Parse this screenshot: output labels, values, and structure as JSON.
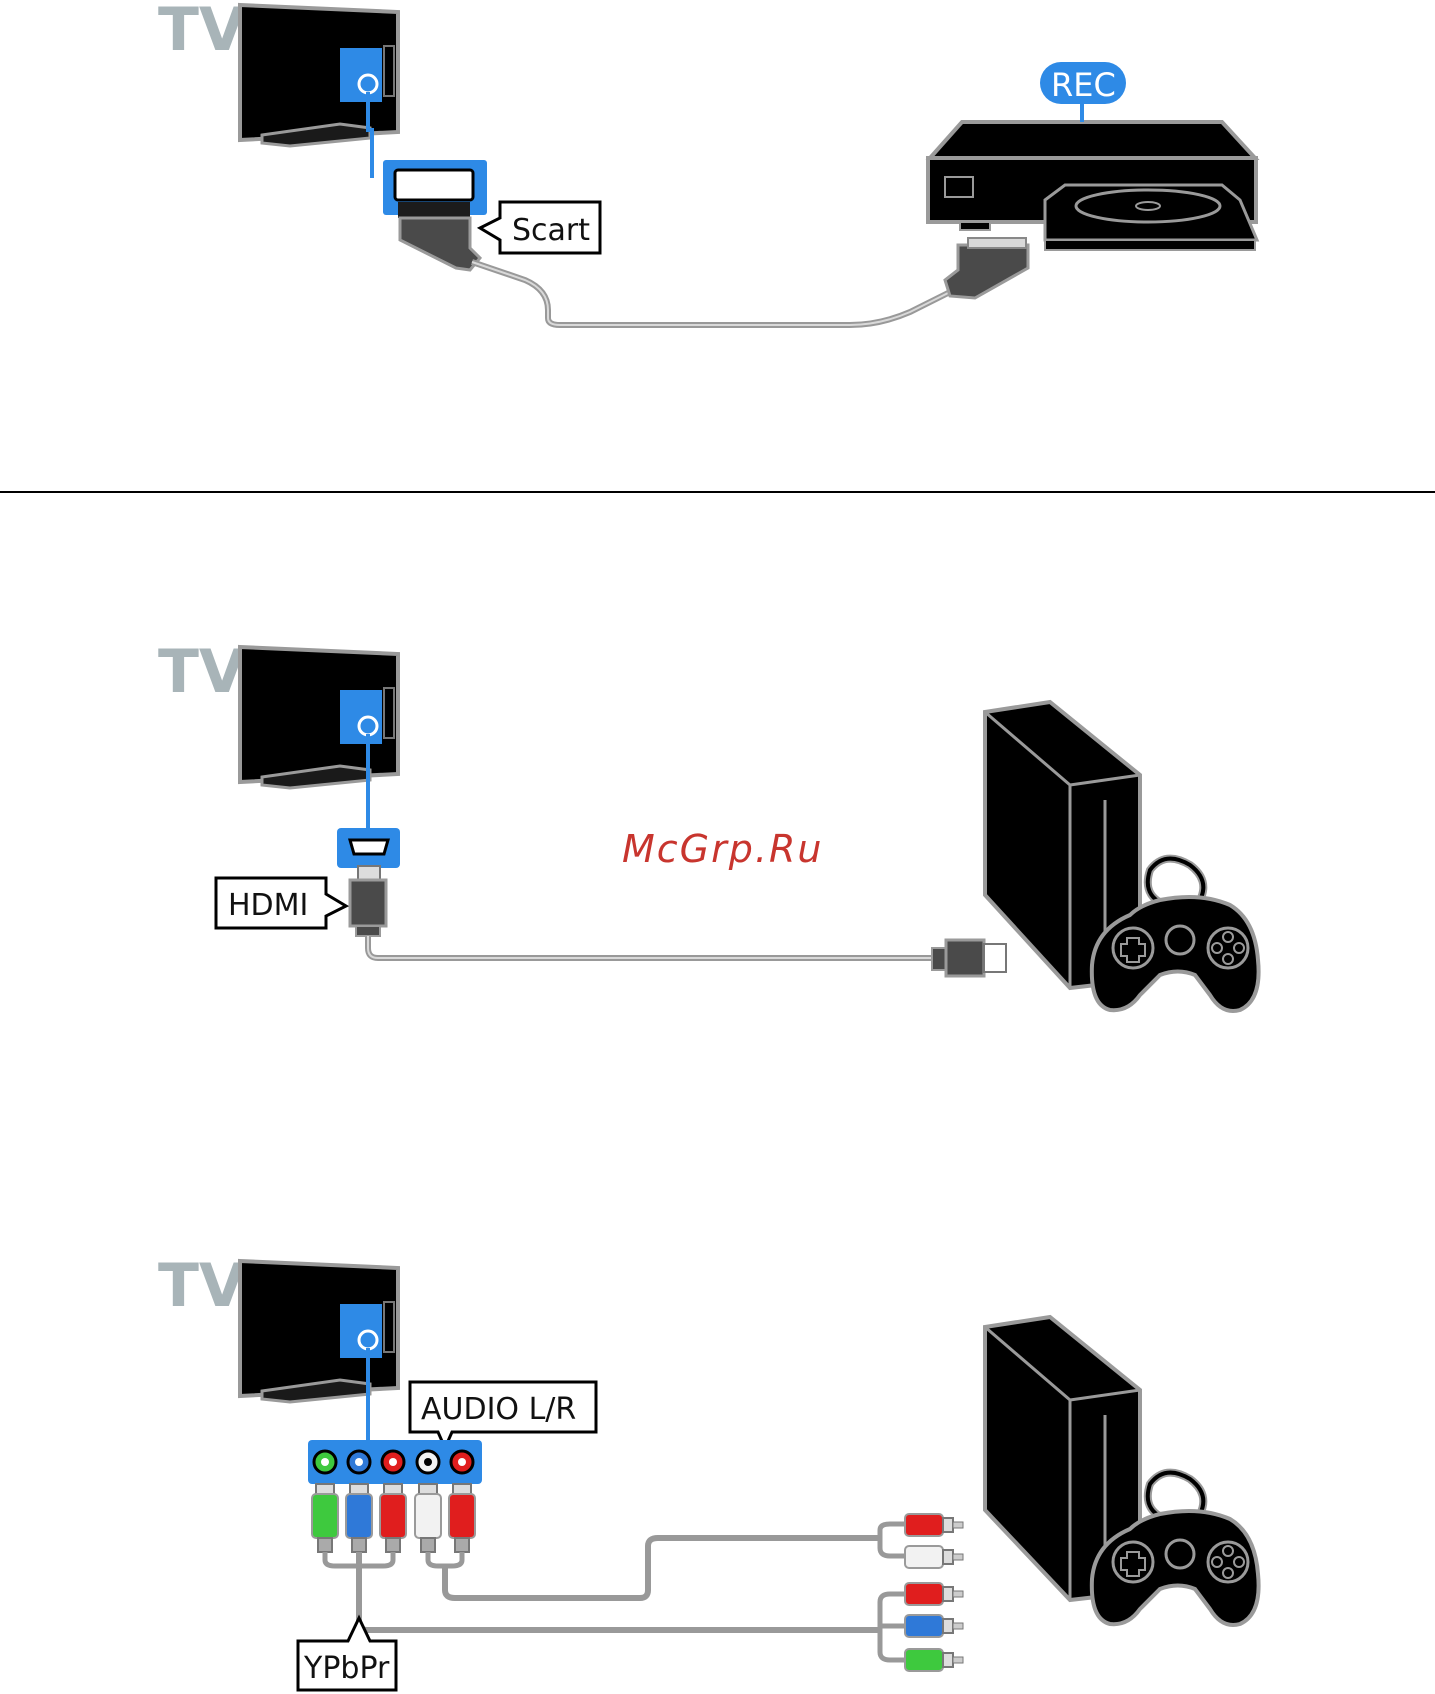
{
  "watermark": "McGrp.Ru",
  "tv_label": "TV",
  "labels": {
    "scart": "Scart",
    "rec": "REC",
    "hdmi": "HDMI",
    "audio": "AUDIO L/R",
    "ypbpr": "YPbPr"
  },
  "colors": {
    "port_blue": "#2e8ae6",
    "cable_grey": "#999999",
    "rca_green": "#3ec93e",
    "rca_blue": "#2f79d8",
    "rca_red": "#e01e1e",
    "rca_white": "#f2f2f2",
    "tv_label": "#a8b4b8"
  },
  "icons": [
    "tv-icon",
    "recorder-icon",
    "game-console-icon",
    "gamepad-icon"
  ]
}
